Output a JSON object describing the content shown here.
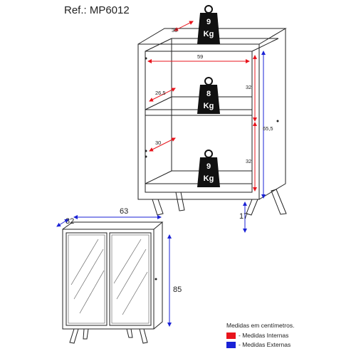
{
  "reference": "Ref.: MP6012",
  "weights": {
    "top": {
      "value": "9",
      "unit": "Kg"
    },
    "middle": {
      "value": "8",
      "unit": "Kg"
    },
    "bottom": {
      "value": "9",
      "unit": "Kg"
    }
  },
  "dimensions_open": {
    "top_depth": "30",
    "inner_width": "59",
    "shelf_depth": "26,5",
    "bottom_depth": "30",
    "upper_height": "32",
    "lower_height": "32",
    "outer_height": "65,5",
    "leg_height": "17"
  },
  "dimensions_closed": {
    "depth": "32",
    "width": "63",
    "height": "85"
  },
  "legend": {
    "title": "Medidas em centímetros.",
    "internal": {
      "label": "- Medidas Internas",
      "color": "#e8141c"
    },
    "external": {
      "label": "- Medidas Externas",
      "color": "#1a22d6"
    }
  }
}
